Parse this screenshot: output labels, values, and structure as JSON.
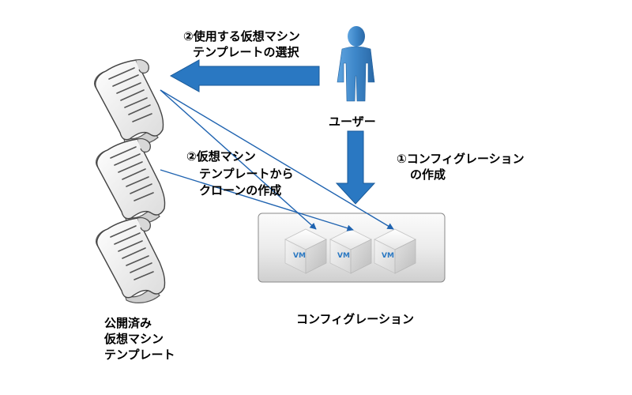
{
  "labels": {
    "select_line1": "②使用する仮想マシン",
    "select_line2": "テンプレートの選択",
    "user": "ユーザー",
    "create_config_line1": "①コンフィグレーション",
    "create_config_line2": "の作成",
    "clone_line1": "②仮想マシン",
    "clone_line2": "テンプレートから",
    "clone_line3": "クローンの作成",
    "published_line1": "公開済み",
    "published_line2": "仮想マシン",
    "published_line3": "テンプレート",
    "configuration": "コンフィグレーション",
    "vm_badge": "VM"
  },
  "colors": {
    "arrow_fill": "#2a78c2",
    "arrow_stroke": "#1a5a99",
    "user_blue": "#3f86c8",
    "connector": "#1f63b0"
  },
  "icons": {
    "template": "scroll-document-icon",
    "user": "person-icon",
    "vm": "cube-vm-icon"
  }
}
